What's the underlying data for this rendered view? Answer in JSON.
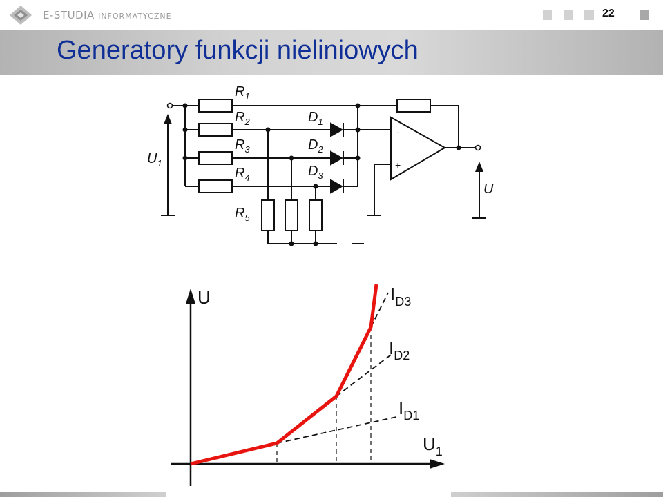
{
  "header": {
    "brand_main": "E-STUDIA",
    "brand_sub": "INFORMATYCZNE",
    "page_number": "22"
  },
  "title": "Generatory funkcji nieliniowych",
  "circuit": {
    "labels": {
      "r1": "R",
      "r1_sub": "1",
      "r2": "R",
      "r2_sub": "2",
      "r3": "R",
      "r3_sub": "3",
      "r4": "R",
      "r4_sub": "4",
      "r5": "R",
      "r5_sub": "5",
      "d1": "D",
      "d1_sub": "1",
      "d2": "D",
      "d2_sub": "2",
      "d3": "D",
      "d3_sub": "3",
      "u1": "U",
      "u1_sub": "1",
      "u_out": "U",
      "minus": "-",
      "plus": "+"
    }
  },
  "graph": {
    "y_label": "U",
    "x_label": "U",
    "x_sub": "1",
    "id1": "I",
    "id1_sub": "D1",
    "id2": "I",
    "id2_sub": "D2",
    "id3": "I",
    "id3_sub": "D3",
    "curve_color": "#e8140f"
  }
}
